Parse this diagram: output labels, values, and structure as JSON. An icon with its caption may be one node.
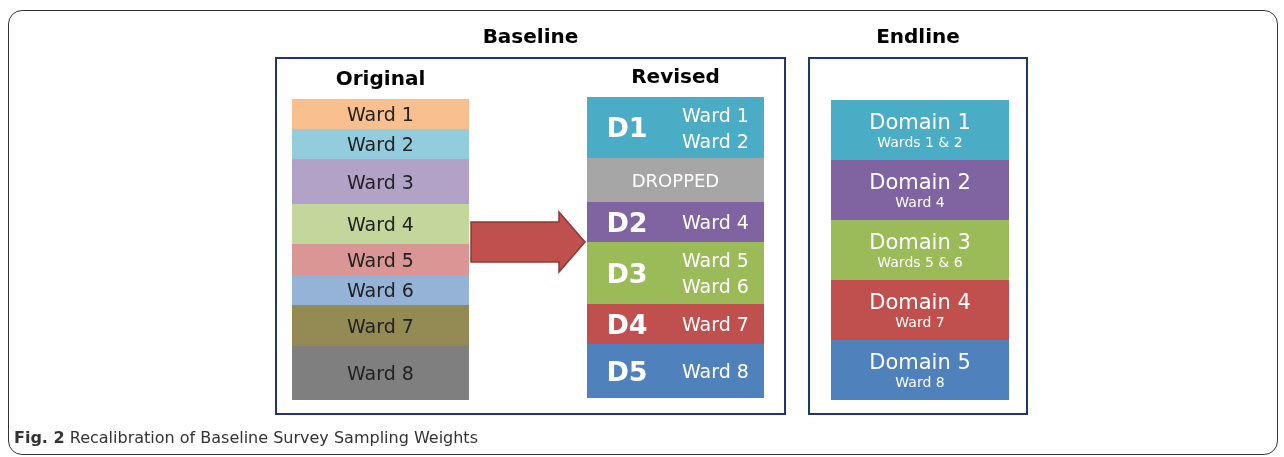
{
  "diagram": {
    "caption": "**Fig. 2** Recalibration of Baseline Survey Sampling Weights",
    "nodes": [
      {
        "text": [
          "Baseline"
        ]
      },
      {
        "text": [
          "Original"
        ],
        "in": 0
      },
      {
        "text": [
          "Ward 1"
        ],
        "in": 1
      },
      {
        "text": [
          "Ward 2"
        ],
        "in": 1
      },
      {
        "text": [
          "Ward 3"
        ],
        "in": 1
      },
      {
        "text": [
          "Ward 4"
        ],
        "in": 1
      },
      {
        "text": [
          "Ward 5"
        ],
        "in": 1
      },
      {
        "text": [
          "Ward 6"
        ],
        "in": 1
      },
      {
        "text": [
          "Ward 7"
        ],
        "in": 1
      },
      {
        "text": [
          "Ward 8"
        ],
        "in": 1
      },
      {
        "text": [
          "Revised"
        ],
        "in": 0
      },
      {
        "text": [
          "D1",
          "Ward 1",
          "Ward 2"
        ],
        "in": 10
      },
      {
        "text": [
          "DROPPED"
        ],
        "in": 10
      },
      {
        "text": [
          "D2",
          "Ward 4"
        ],
        "in": 10
      },
      {
        "text": [
          "D3",
          "Ward 5",
          "Ward 6"
        ],
        "in": 10
      },
      {
        "text": [
          "D4",
          "Ward 7"
        ],
        "in": 10
      },
      {
        "text": [
          "D5",
          "Ward 8"
        ],
        "in": 10
      },
      {
        "text": [
          "Endline"
        ]
      },
      {
        "text": [
          "Domain 1",
          "Wards 1 & 2"
        ],
        "in": 17
      },
      {
        "text": [
          "Domain 2",
          "Ward 4"
        ],
        "in": 17
      },
      {
        "text": [
          "Domain 3",
          "Wards 5 & 6"
        ],
        "in": 17
      },
      {
        "text": [
          "Domain 4",
          "Ward 7"
        ],
        "in": 17
      },
      {
        "text": [
          "Domain 5",
          "Ward 8"
        ],
        "in": 17
      }
    ],
    "edges": [
      {
        "from": 1,
        "to": 10,
        "arrow": "to",
        "style": "thick",
        "color": "#c0504d"
      }
    ]
  }
}
